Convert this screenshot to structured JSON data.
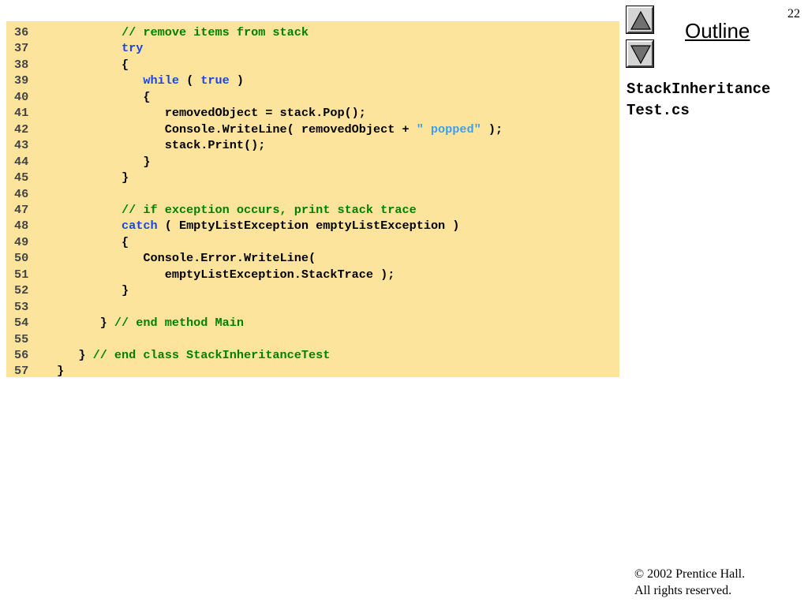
{
  "page_number": "22",
  "nav": {
    "up_icon": "triangle-up-icon",
    "down_icon": "triangle-down-icon"
  },
  "outline_label": "Outline",
  "file_name_line1": "StackInheritance",
  "file_name_line2": "Test.cs",
  "colors": {
    "code_background": "#fde49c",
    "comment": "#008000",
    "keyword": "#1a44e6",
    "string": "#3aa0f0"
  },
  "code_lines": [
    {
      "num": "36",
      "tokens": [
        {
          "t": "         "
        },
        {
          "t": "// remove items from stack",
          "c": "comment"
        }
      ]
    },
    {
      "num": "37",
      "tokens": [
        {
          "t": "         "
        },
        {
          "t": "try",
          "c": "keyword"
        }
      ]
    },
    {
      "num": "38",
      "tokens": [
        {
          "t": "         {"
        }
      ]
    },
    {
      "num": "39",
      "tokens": [
        {
          "t": "            "
        },
        {
          "t": "while",
          "c": "keyword"
        },
        {
          "t": " ( "
        },
        {
          "t": "true",
          "c": "keyword"
        },
        {
          "t": " )"
        }
      ]
    },
    {
      "num": "40",
      "tokens": [
        {
          "t": "            {"
        }
      ]
    },
    {
      "num": "41",
      "tokens": [
        {
          "t": "               removedObject = stack.Pop();"
        }
      ]
    },
    {
      "num": "42",
      "tokens": [
        {
          "t": "               Console.WriteLine( removedObject + "
        },
        {
          "t": "\" popped\"",
          "c": "string"
        },
        {
          "t": " );"
        }
      ]
    },
    {
      "num": "43",
      "tokens": [
        {
          "t": "               stack.Print();"
        }
      ]
    },
    {
      "num": "44",
      "tokens": [
        {
          "t": "            }"
        }
      ]
    },
    {
      "num": "45",
      "tokens": [
        {
          "t": "         }"
        }
      ]
    },
    {
      "num": "46",
      "tokens": [
        {
          "t": ""
        }
      ]
    },
    {
      "num": "47",
      "tokens": [
        {
          "t": "         "
        },
        {
          "t": "// if exception occurs, print stack trace",
          "c": "comment"
        }
      ]
    },
    {
      "num": "48",
      "tokens": [
        {
          "t": "         "
        },
        {
          "t": "catch",
          "c": "keyword"
        },
        {
          "t": " ( EmptyListException emptyListException )"
        }
      ]
    },
    {
      "num": "49",
      "tokens": [
        {
          "t": "         {"
        }
      ]
    },
    {
      "num": "50",
      "tokens": [
        {
          "t": "            Console.Error.WriteLine("
        }
      ]
    },
    {
      "num": "51",
      "tokens": [
        {
          "t": "               emptyListException.StackTrace );"
        }
      ]
    },
    {
      "num": "52",
      "tokens": [
        {
          "t": "         }"
        }
      ]
    },
    {
      "num": "53",
      "tokens": [
        {
          "t": ""
        }
      ]
    },
    {
      "num": "54",
      "tokens": [
        {
          "t": "      } "
        },
        {
          "t": "// end method Main",
          "c": "comment"
        }
      ]
    },
    {
      "num": "55",
      "tokens": [
        {
          "t": ""
        }
      ]
    },
    {
      "num": "56",
      "tokens": [
        {
          "t": "   } "
        },
        {
          "t": "// end class StackInheritanceTest",
          "c": "comment"
        }
      ]
    },
    {
      "num": "57",
      "tokens": [
        {
          "t": "}"
        }
      ]
    }
  ],
  "copyright_line1": "© 2002 Prentice Hall.",
  "copyright_line2": "All rights reserved."
}
